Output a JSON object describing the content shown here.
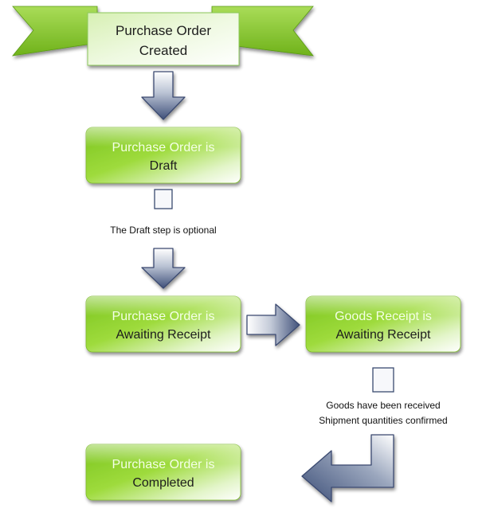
{
  "start": {
    "line1": "Purchase Order",
    "line2": "Created"
  },
  "nodes": {
    "po_draft": {
      "line1": "Purchase Order is",
      "line2": "Draft"
    },
    "po_awaiting": {
      "line1": "Purchase Order is",
      "line2": "Awaiting Receipt"
    },
    "gr_awaiting": {
      "line1": "Goods Receipt is",
      "line2": "Awaiting Receipt"
    },
    "po_completed": {
      "line1": "Purchase Order is",
      "line2": "Completed"
    }
  },
  "notes": {
    "draft_optional": "The Draft step is optional",
    "goods_received_1": "Goods have been received",
    "goods_received_2": "Shipment quantities confirmed"
  },
  "colors": {
    "box_green": "#8fd12a",
    "box_light": "#ffffff",
    "arrow_dark": "#46587e",
    "arrow_light": "#ffffff"
  }
}
